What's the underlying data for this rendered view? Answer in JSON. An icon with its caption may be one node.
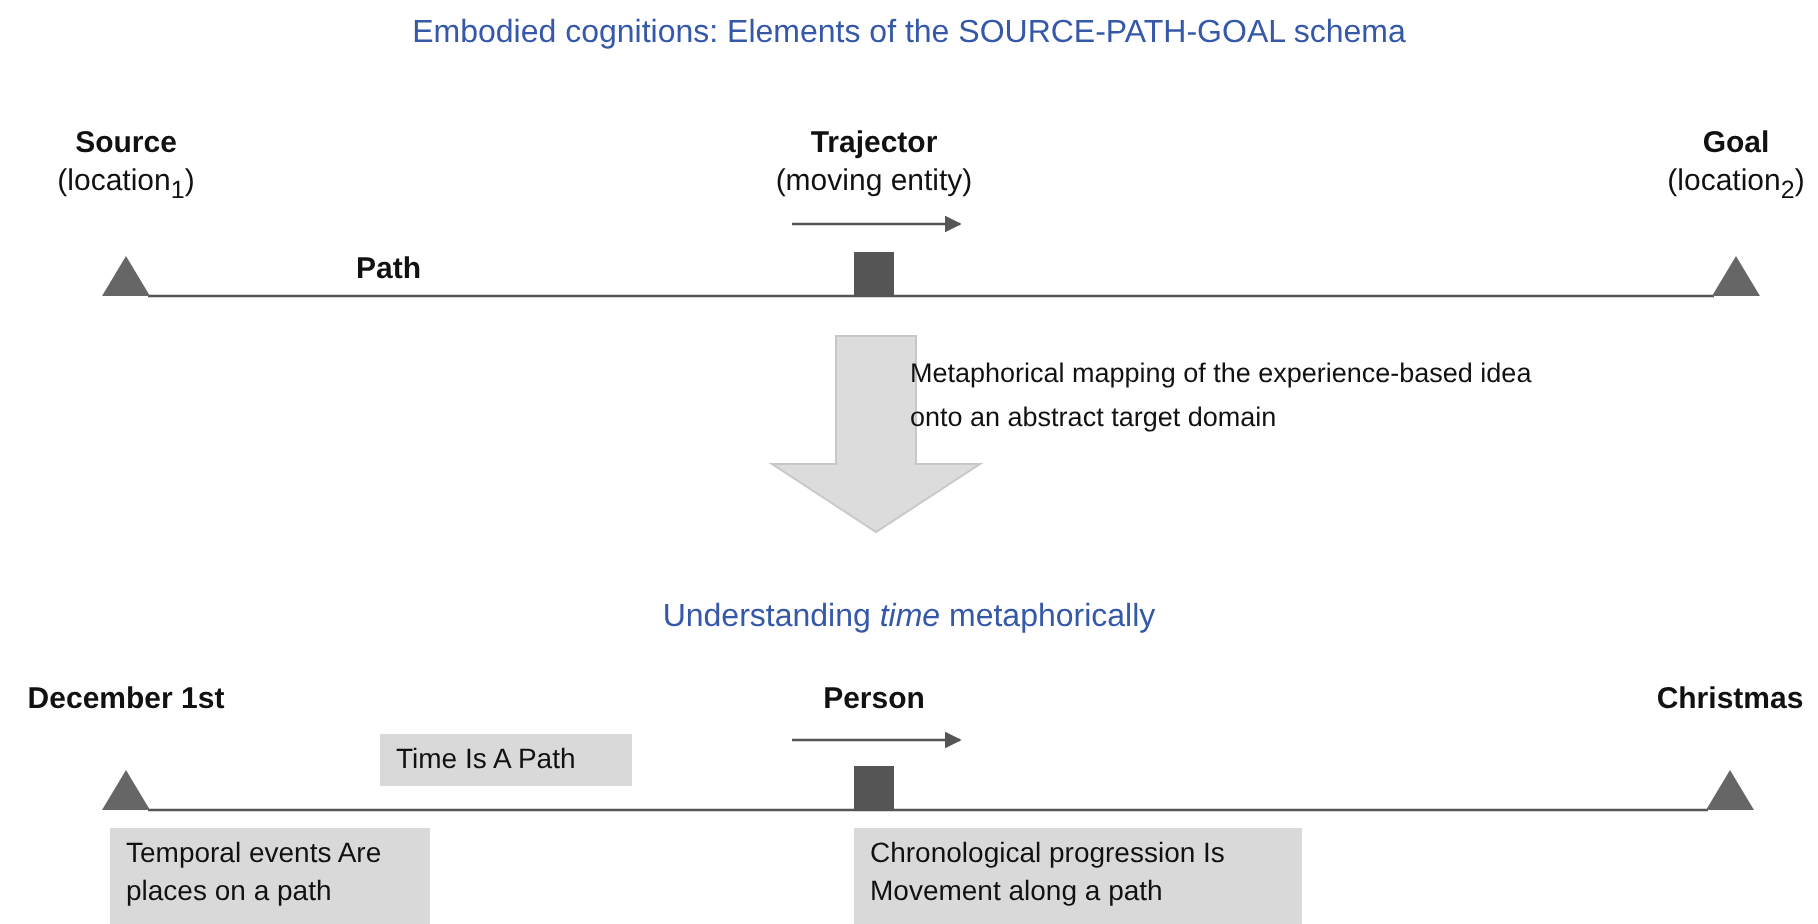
{
  "diagram": {
    "title": "Embodied cognitions: Elements of the SOURCE-PATH-GOAL schema",
    "nodes": [
      {
        "text": [
          "Source",
          "(location$_{1}$)"
        ]
      },
      {
        "text": [
          "Trajector",
          "(moving entity)"
        ]
      },
      {
        "text": [
          "Goal",
          "(location$_{2}$)"
        ]
      },
      {
        "text": [
          "December 1st"
        ]
      },
      {
        "text": [
          "Person"
        ]
      },
      {
        "text": [
          "Christmas"
        ]
      },
      {
        "text": [
          "Time Is A Path"
        ]
      },
      {
        "text": [
          "Temporal events Are places on a path"
        ]
      },
      {
        "text": [
          "Chronological progression Is Movement along a path"
        ]
      }
    ],
    "edges": [
      {
        "from": 0,
        "to": 2,
        "arrow": "none",
        "label": "Path"
      },
      {
        "from": 3,
        "to": 5,
        "arrow": "none"
      }
    ],
    "labels": [
      "Metaphorical mapping of the experience-based idea onto an abstract target domain",
      "Understanding *time* metaphorically"
    ]
  }
}
